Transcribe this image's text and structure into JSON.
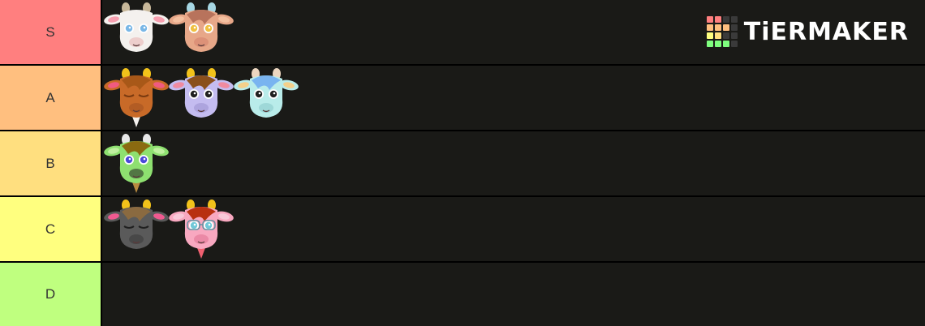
{
  "brand": {
    "name": "TiERMAKER",
    "logo_grid_colors": [
      "#ff7f7f",
      "#ff7f7f",
      "#3a3a3a",
      "#3a3a3a",
      "#ffbf7f",
      "#ffbf7f",
      "#ffbf7f",
      "#3a3a3a",
      "#ffff7f",
      "#ffdf7f",
      "#3a3a3a",
      "#3a3a3a",
      "#7fff7f",
      "#7fff7f",
      "#7fff7f",
      "#3a3a3a"
    ]
  },
  "tiers": [
    {
      "label": "S",
      "color": "#ff7f7f",
      "items": [
        "goat-white-icon",
        "goat-brown-icon"
      ]
    },
    {
      "label": "A",
      "color": "#ffbf7f",
      "items": [
        "goat-orange-icon",
        "goat-lavender-icon",
        "goat-blue-icon"
      ]
    },
    {
      "label": "B",
      "color": "#ffdf7f",
      "items": [
        "goat-green-icon"
      ]
    },
    {
      "label": "C",
      "color": "#ffff7f",
      "items": [
        "goat-gray-icon",
        "goat-pink-icon"
      ]
    },
    {
      "label": "D",
      "color": "#bfff7f",
      "items": []
    }
  ]
}
